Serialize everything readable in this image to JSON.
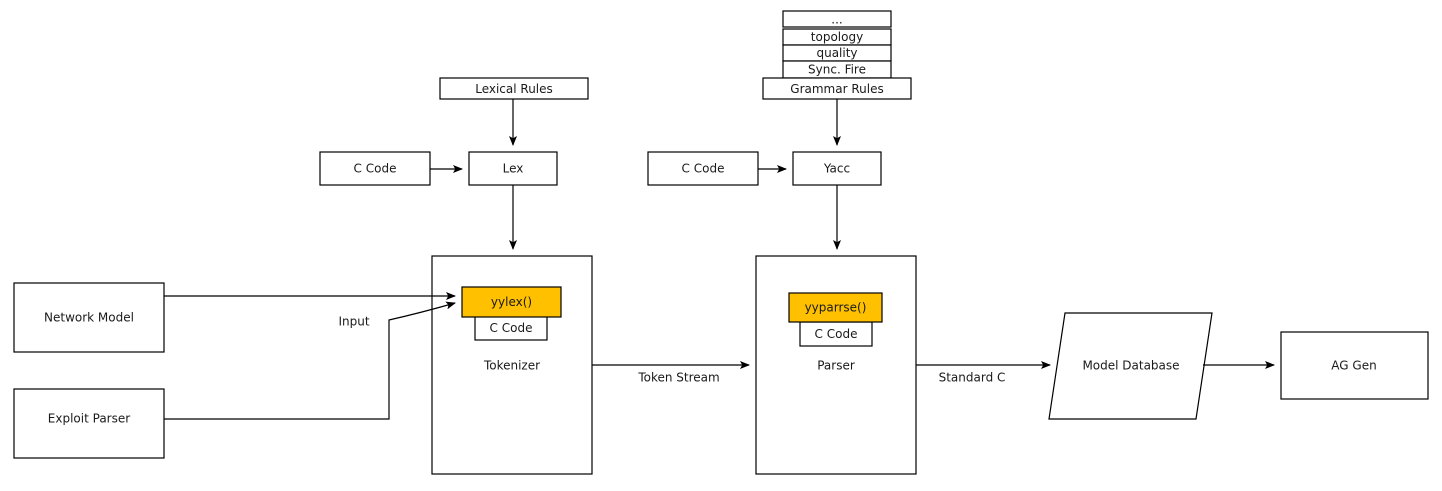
{
  "diagram": {
    "type": "flow-diagram",
    "background": "#ffffff",
    "accent_color": "#FFC000",
    "stroke_color": "#000000",
    "text_color": "#1a1a1a",
    "nodes": {
      "lexical_rules": "Lexical Rules",
      "c_code_lex": "C Code",
      "lex": "Lex",
      "grammar_rules": "Grammar Rules",
      "c_code_yacc": "C Code",
      "yacc": "Yacc",
      "network_model": "Network Model",
      "exploit_parser": "Exploit Parser",
      "tokenizer": "Tokenizer",
      "yylex": "yylex()",
      "c_code_tokenizer": "C Code",
      "parser": "Parser",
      "yyparrse": "yyparrse()",
      "c_code_parser": "C Code",
      "model_database": "Model Database",
      "ag_gen": "AG Gen"
    },
    "grammar_stack": [
      "...",
      "topology",
      "quality",
      "Sync. Fire"
    ],
    "edge_labels": {
      "input": "Input",
      "token_stream": "Token Stream",
      "standard_c": "Standard C"
    }
  }
}
